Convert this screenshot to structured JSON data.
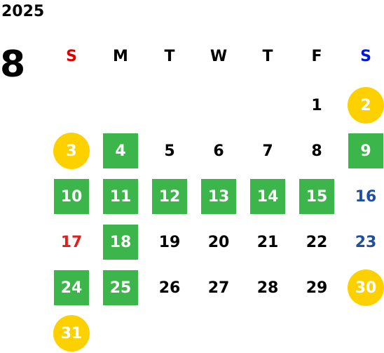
{
  "calendar": {
    "year": "2025",
    "month": "8",
    "weekdays": [
      {
        "label": "S",
        "color": "#e00000"
      },
      {
        "label": "M",
        "color": "#000000"
      },
      {
        "label": "T",
        "color": "#000000"
      },
      {
        "label": "W",
        "color": "#000000"
      },
      {
        "label": "T",
        "color": "#000000"
      },
      {
        "label": "F",
        "color": "#000000"
      },
      {
        "label": "S",
        "color": "#0018d8"
      }
    ],
    "days": [
      {
        "day": "1",
        "style": "plain"
      },
      {
        "day": "2",
        "style": "yellow"
      },
      {
        "day": "3",
        "style": "yellow"
      },
      {
        "day": "4",
        "style": "green"
      },
      {
        "day": "5",
        "style": "plain"
      },
      {
        "day": "6",
        "style": "plain"
      },
      {
        "day": "7",
        "style": "plain"
      },
      {
        "day": "8",
        "style": "plain"
      },
      {
        "day": "9",
        "style": "green"
      },
      {
        "day": "10",
        "style": "green"
      },
      {
        "day": "11",
        "style": "green"
      },
      {
        "day": "12",
        "style": "green"
      },
      {
        "day": "13",
        "style": "green"
      },
      {
        "day": "14",
        "style": "green"
      },
      {
        "day": "15",
        "style": "green"
      },
      {
        "day": "16",
        "style": "blue"
      },
      {
        "day": "17",
        "style": "red"
      },
      {
        "day": "18",
        "style": "green"
      },
      {
        "day": "19",
        "style": "plain"
      },
      {
        "day": "20",
        "style": "plain"
      },
      {
        "day": "21",
        "style": "plain"
      },
      {
        "day": "22",
        "style": "plain"
      },
      {
        "day": "23",
        "style": "blue"
      },
      {
        "day": "24",
        "style": "green"
      },
      {
        "day": "25",
        "style": "green"
      },
      {
        "day": "26",
        "style": "plain"
      },
      {
        "day": "27",
        "style": "plain"
      },
      {
        "day": "28",
        "style": "plain"
      },
      {
        "day": "29",
        "style": "plain"
      },
      {
        "day": "30",
        "style": "yellow"
      },
      {
        "day": "31",
        "style": "yellow"
      }
    ],
    "colors": {
      "green": "#3cb54a",
      "yellow": "#fdd000",
      "sunday_red": "#e02020",
      "saturday_blue": "#1f4fa0"
    }
  }
}
